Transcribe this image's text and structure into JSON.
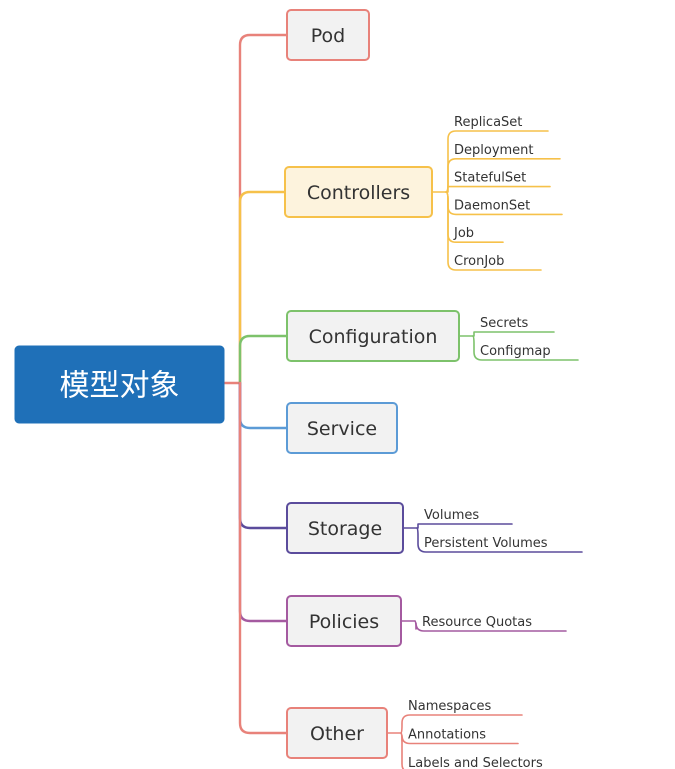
{
  "root": {
    "label": "模型对象",
    "fill": "#1f70b8",
    "stroke": "#1f70b8"
  },
  "branches": [
    {
      "id": "pod",
      "label": "Pod",
      "color": "#e8827a",
      "fill": "#f2f2f2",
      "children": []
    },
    {
      "id": "controllers",
      "label": "Controllers",
      "color": "#f6c14a",
      "fill": "#fdf3dd",
      "children": [
        "ReplicaSet",
        "Deployment",
        "StatefulSet",
        "DaemonSet",
        "Job",
        "CronJob"
      ]
    },
    {
      "id": "configuration",
      "label": "Configuration",
      "color": "#7dc26b",
      "fill": "#f2f2f2",
      "children": [
        "Secrets",
        "Configmap"
      ]
    },
    {
      "id": "service",
      "label": "Service",
      "color": "#5c9bd6",
      "fill": "#f2f2f2",
      "children": []
    },
    {
      "id": "storage",
      "label": "Storage",
      "color": "#5b4c9c",
      "fill": "#f2f2f2",
      "children": [
        "Volumes",
        "Persistent Volumes"
      ]
    },
    {
      "id": "policies",
      "label": "Policies",
      "color": "#a45aa0",
      "fill": "#f2f2f2",
      "children": [
        "Resource Quotas"
      ]
    },
    {
      "id": "other",
      "label": "Other",
      "color": "#e8827a",
      "fill": "#f2f2f2",
      "children": [
        "Namespaces",
        "Annotations",
        "Labels and Selectors"
      ]
    }
  ]
}
